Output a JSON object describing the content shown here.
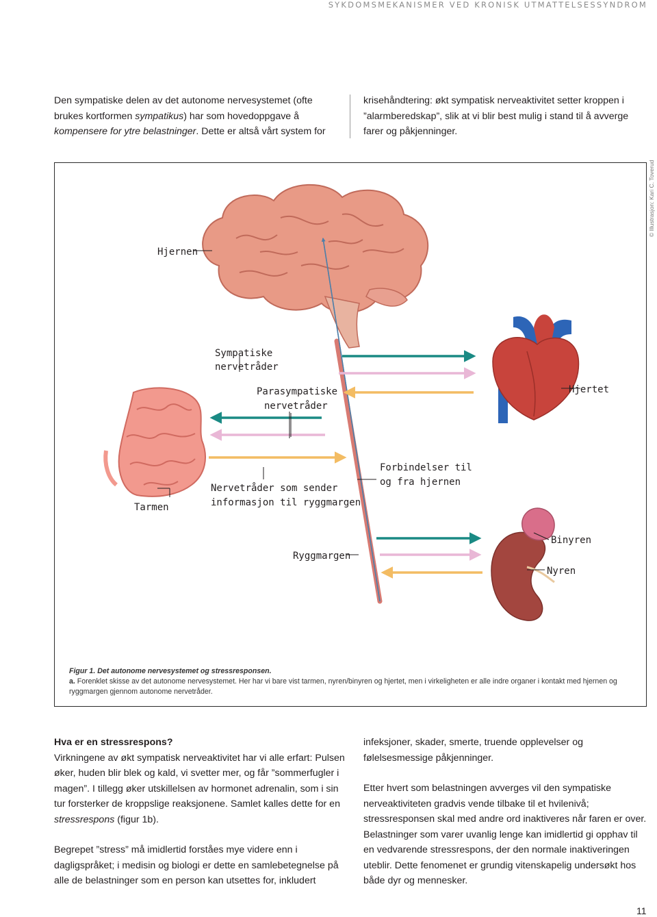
{
  "running_header": "SYKDOMSMEKANISMER VED KRONISK UTMATTELSESSYNDROM",
  "intro": {
    "left": [
      {
        "text": "Den sympatiske delen av det autonome nervesystemet (ofte brukes kortformen ",
        "style": "normal"
      },
      {
        "text": "sympatikus",
        "style": "italic"
      },
      {
        "text": ") har som hovedoppgave å ",
        "style": "normal"
      },
      {
        "text": "kompensere for ytre belastninger",
        "style": "italic"
      },
      {
        "text": ". Dette er altså vårt system for",
        "style": "normal"
      }
    ],
    "right": "krisehåndtering: økt sympatisk nerveaktivitet setter kroppen i ”alarmberedskap”, slik at vi blir best mulig i stand til å avverge farer og påkjenninger."
  },
  "figure": {
    "credit": "© Illustrasjon: Kari C. Toverud",
    "labels": {
      "brain": "Hjernen",
      "sympathetic_1": "Sympatiske",
      "sympathetic_2": "nervetråder",
      "parasympathetic_1": "Parasympatiske",
      "parasympathetic_2": "nervetråder",
      "heart": "Hjertet",
      "intestine": "Tarmen",
      "afferent_1": "Nervetråder som sender",
      "afferent_2": "informasjon til ryggmargen",
      "connections_1": "Forbindelser til",
      "connections_2": "og fra hjernen",
      "spinal_cord": "Ryggmargen",
      "adrenal": "Binyren",
      "kidney": "Nyren"
    },
    "colors": {
      "sympathetic": "#1a8a84",
      "parasympathetic": "#e9b7d6",
      "afferent": "#f3bc63",
      "spinal_cord": "#d87a72",
      "brain": "#e89a86",
      "heart": "#c8443c",
      "vessel_blue": "#2d65b7",
      "intestine": "#f2998e",
      "kidney": "#a3463f",
      "adrenal": "#d96e8a"
    },
    "caption": {
      "title": "Figur 1. Det autonome nervesystemet og stressresponsen.",
      "part": "a.",
      "text": " Forenklet skisse av det autonome nervesystemet. Her har vi bare vist tarmen, nyren/binyren og hjertet, men i virkeligheten er alle indre organer i kontakt med hjernen og ryggmargen gjennom autonome nervetråder."
    }
  },
  "body_left": {
    "heading": "Hva er en stressrespons?",
    "p1": [
      {
        "text": "Virkningene av økt sympatisk nerveaktivitet har vi alle erfart: Pulsen øker, huden blir blek og kald, vi svetter mer, og får ”sommerfugler i magen”. I tillegg øker utskillelsen av hormonet adrenalin, som i sin tur forsterker de kroppslige reaksjonene. Samlet kalles dette for en ",
        "style": "normal"
      },
      {
        "text": "stressrespons",
        "style": "italic"
      },
      {
        "text": " (figur 1b).",
        "style": "normal"
      }
    ],
    "p2": "Begrepet ”stress” må imidlertid forståes mye videre enn i dagligspråket; i medisin og biologi er dette en samlebetegnelse på alle de belastninger som en person kan utsettes for, inkludert"
  },
  "body_right": {
    "p1": "infeksjoner, skader, smerte, truende opplevelser og følelsesmessige påkjenninger.",
    "p2": "Etter hvert som belastningen avverges vil den sympatiske nerveaktiviteten gradvis vende tilbake til et hvilenivå; stressresponsen skal med andre ord inaktiveres når faren er over. Belastninger som varer uvanlig lenge kan imidlertid gi opphav til en vedvarende stressrespons, der den normale inaktiveringen uteblir. Dette fenomenet er grundig vitenskapelig undersøkt hos både dyr og mennesker."
  },
  "page_number": "11"
}
